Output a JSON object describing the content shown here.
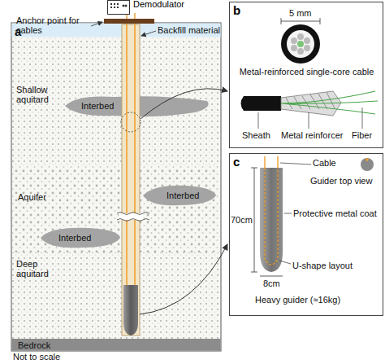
{
  "diagram": {
    "nodes": [
      {
        "text": [
          "Demodulator"
        ]
      },
      {
        "text": [
          "b"
        ]
      },
      {
        "text": [
          "c"
        ]
      }
    ],
    "labels": [
      "a",
      "Anchor point for cables",
      "Backfill material",
      "Shallow aquitard",
      "Interbed",
      "Aquifer",
      "Interbed",
      "Interbed",
      "Deep aquitard",
      "Bedrock",
      "Not to scale",
      "5 mm",
      "Metal-reinforced single-core cable",
      "Sheath",
      "Metal reinforcer",
      "Fiber",
      "Cable",
      "Guider top view",
      "70cm",
      "Protective metal coat",
      "U-shape layout",
      "8cm",
      "Heavy guider (≈16kg)"
    ]
  }
}
